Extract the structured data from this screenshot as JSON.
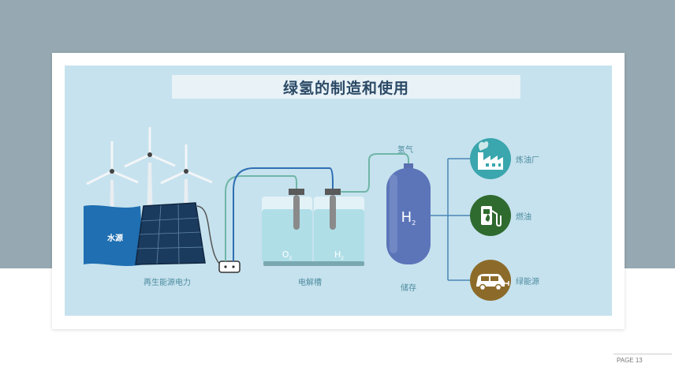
{
  "title": "绿氢的制造和使用",
  "labels": {
    "water_source": "水源",
    "renewable_power": "再生能源电力",
    "electrolyzer": "电解槽",
    "oxygen": "O",
    "oxygen_sub": "2",
    "hydrogen": "H",
    "hydrogen_sub": "2",
    "hydrogen_gas": "氢气",
    "storage": "储存",
    "tank": "H",
    "tank_sub": "2"
  },
  "uses": [
    {
      "label": "炼油厂",
      "icon": "factory-icon",
      "color": "#3aa6ad"
    },
    {
      "label": "燃油",
      "icon": "fuel-pump-icon",
      "color": "#2f6a2f"
    },
    {
      "label": "绿能源",
      "icon": "electric-car-icon",
      "color": "#8c6b2a"
    }
  ],
  "page": "PAGE 13"
}
